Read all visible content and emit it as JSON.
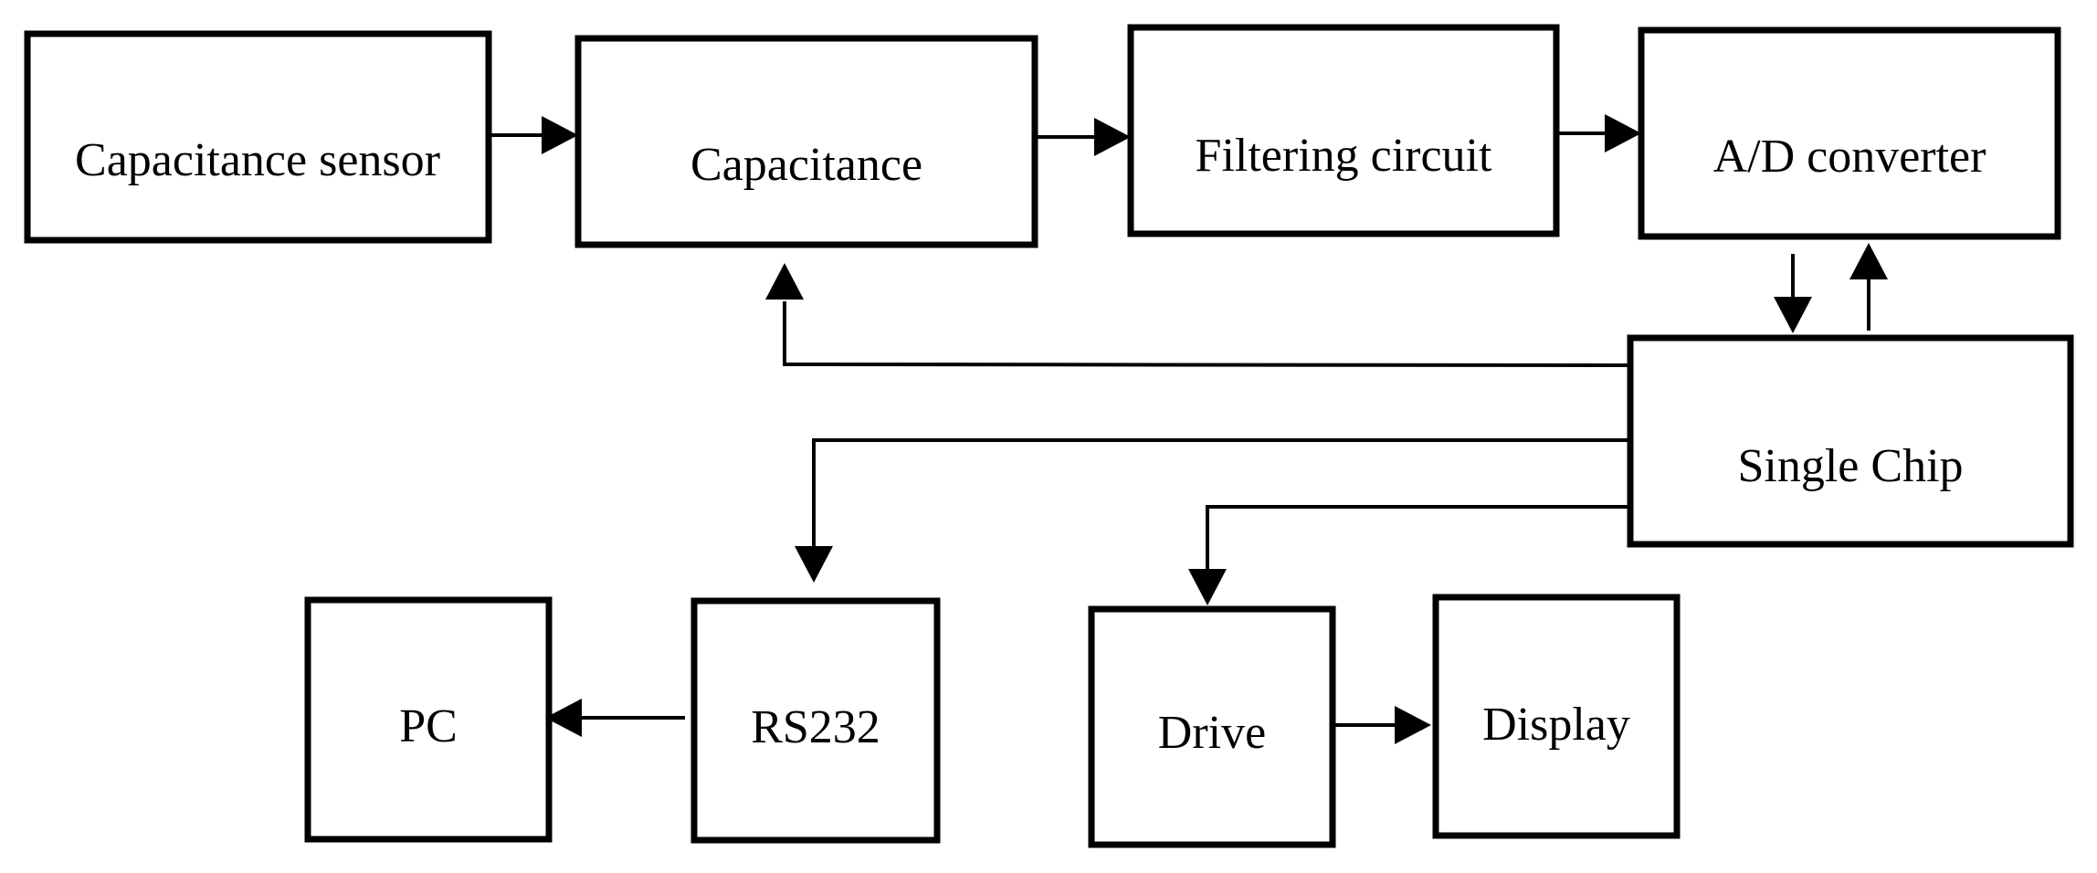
{
  "diagram": {
    "nodes": {
      "capacitance_sensor": "Capacitance sensor",
      "capacitance": "Capacitance",
      "filtering_circuit": "Filtering circuit",
      "ad_converter": "A/D converter",
      "single_chip": "Single Chip",
      "pc": "PC",
      "rs232": "RS232",
      "drive": "Drive",
      "display": "Display"
    },
    "edges": [
      {
        "from": "capacitance_sensor",
        "to": "capacitance"
      },
      {
        "from": "capacitance",
        "to": "filtering_circuit"
      },
      {
        "from": "filtering_circuit",
        "to": "ad_converter"
      },
      {
        "from": "ad_converter",
        "to": "single_chip"
      },
      {
        "from": "single_chip",
        "to": "ad_converter"
      },
      {
        "from": "single_chip",
        "to": "capacitance"
      },
      {
        "from": "single_chip",
        "to": "rs232"
      },
      {
        "from": "single_chip",
        "to": "drive"
      },
      {
        "from": "rs232",
        "to": "pc"
      },
      {
        "from": "drive",
        "to": "display"
      }
    ]
  }
}
